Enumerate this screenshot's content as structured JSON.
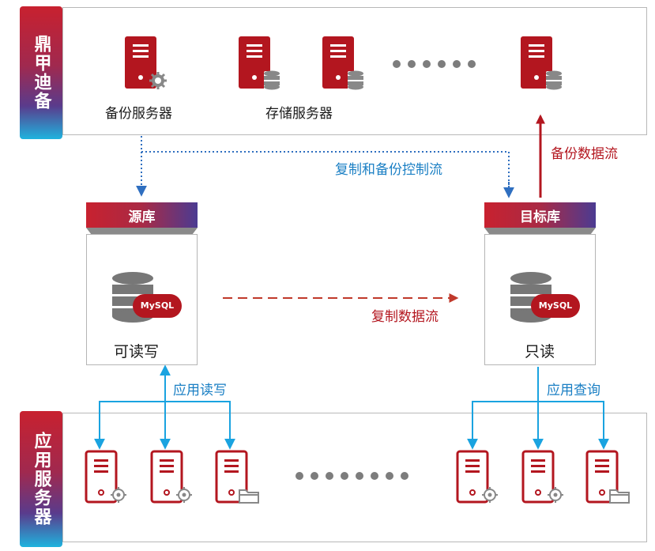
{
  "panels": {
    "top_label": "鼎甲迪备",
    "bottom_label": "应用服务器"
  },
  "top": {
    "backup_server_label": "备份服务器",
    "storage_server_label": "存储服务器"
  },
  "flows": {
    "control_flow": "复制和备份控制流",
    "backup_data_flow": "备份数据流",
    "replication_flow": "复制数据流",
    "app_read_write": "应用读写",
    "app_query": "应用查询"
  },
  "source_db": {
    "title": "源库",
    "badge": "MySQL",
    "mode": "可读写"
  },
  "target_db": {
    "title": "目标库",
    "badge": "MySQL",
    "mode": "只读"
  },
  "icons": {
    "server_gear": "server-gear-icon",
    "server_storage": "server-storage-icon",
    "server_folder": "server-folder-icon",
    "database": "mysql-database-icon"
  },
  "colors": {
    "server_red": "#b3161f",
    "blue_flow": "#1aa3e0",
    "dotted_blue": "#2f6fc0",
    "red_flow": "#b3161f"
  }
}
